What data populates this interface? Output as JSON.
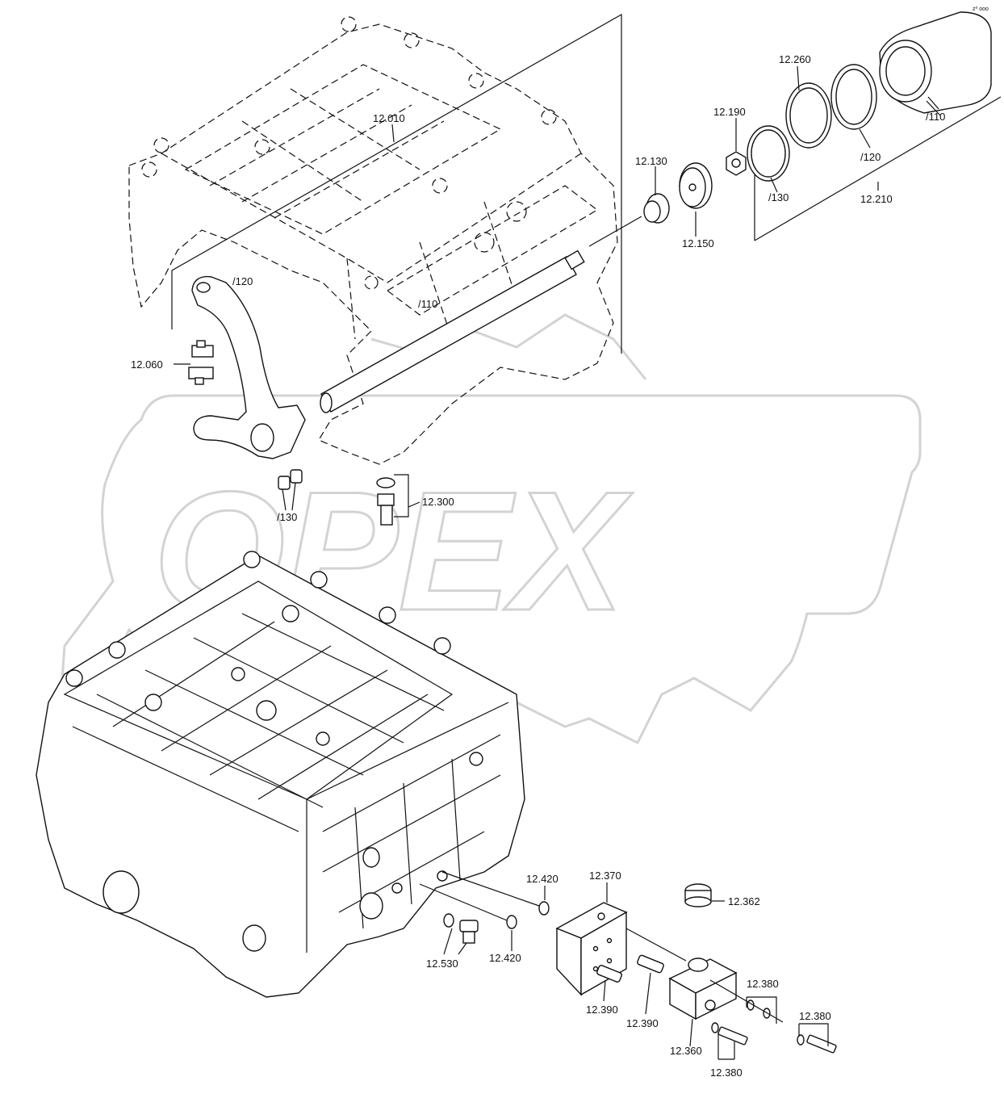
{
  "watermark": {
    "text": "OPEX"
  },
  "corner_code": "z⁰ ooo",
  "labels": {
    "l12010": "12.010",
    "l12260": "12.260",
    "l12190": "12.190",
    "l12130": "12.130",
    "l110a": "/110",
    "l120a": "/120",
    "l130a": "/130",
    "l12210": "12.210",
    "l12150": "12.150",
    "l120b": "/120",
    "l110b": "/110",
    "l12060": "12.060",
    "l130b": "/130",
    "l12300": "12.300",
    "l12420a": "12.420",
    "l12370": "12.370",
    "l12362": "12.362",
    "l12530": "12.530",
    "l12420b": "12.420",
    "l12390a": "12.390",
    "l12390b": "12.390",
    "l12380a": "12.380",
    "l12380b": "12.380",
    "l12360": "12.360",
    "l12380c": "12.380"
  }
}
